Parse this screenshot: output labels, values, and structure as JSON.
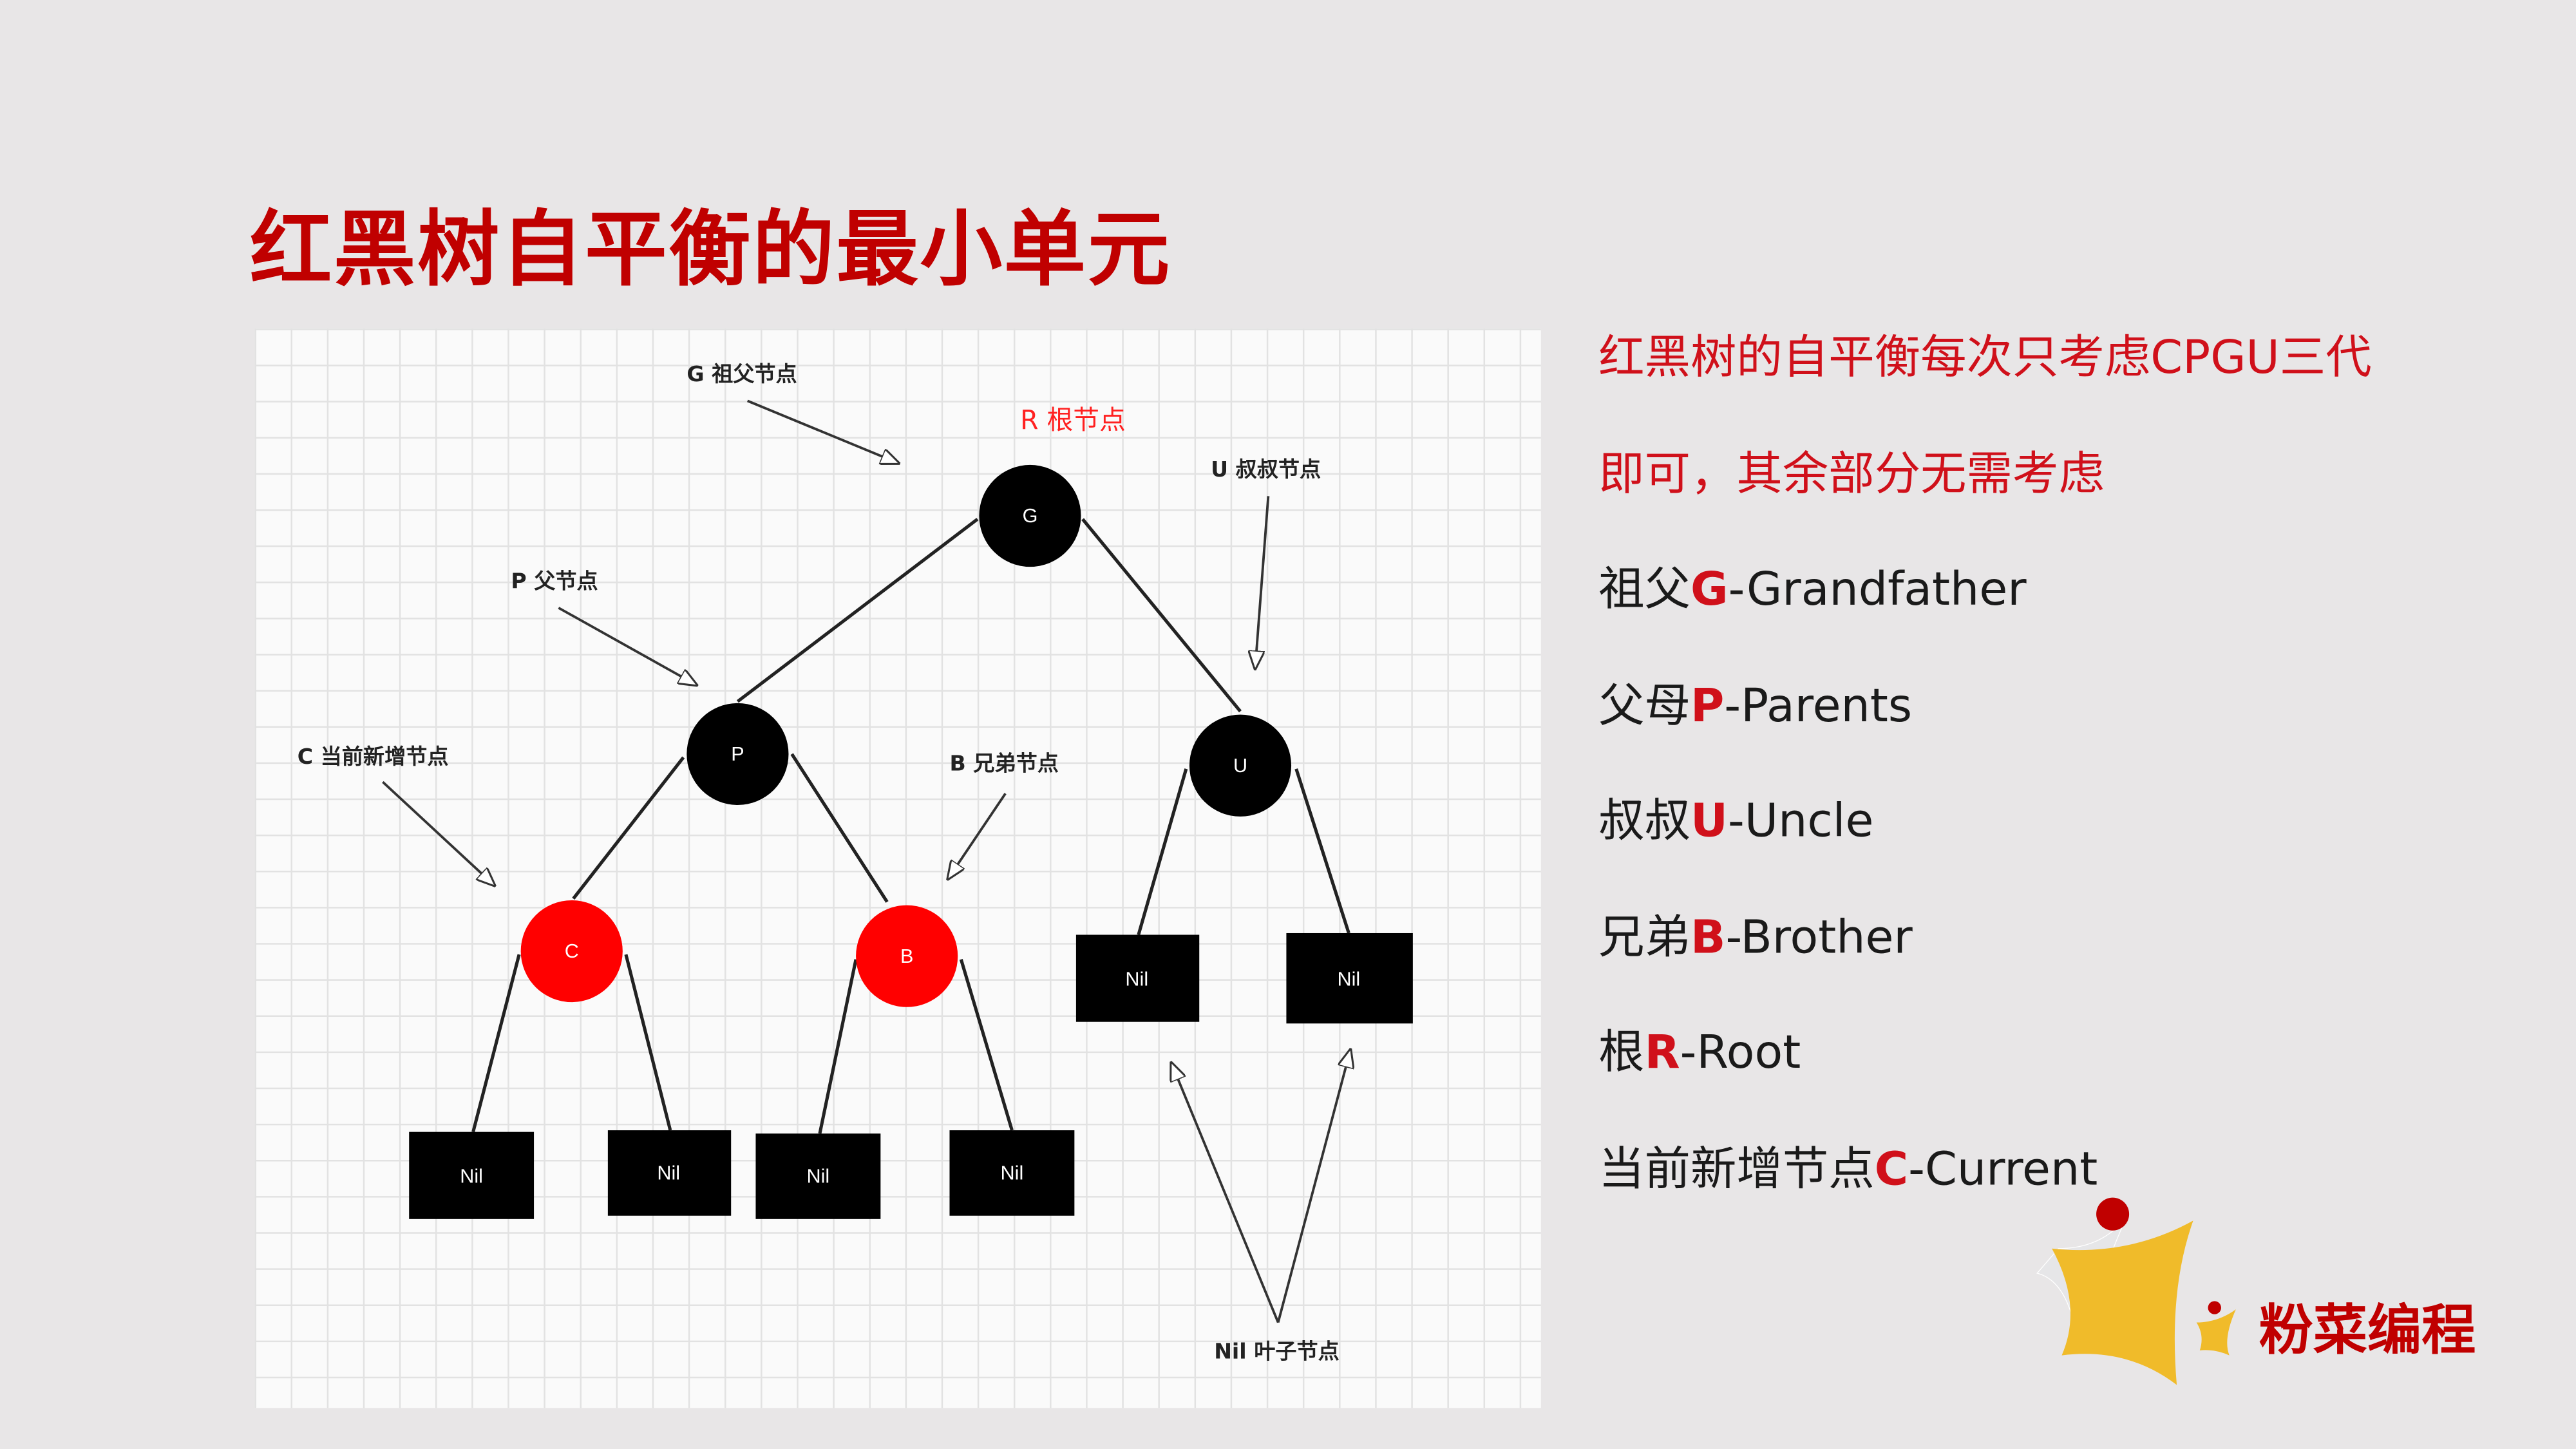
{
  "title": "红黑树自平衡的最小单元",
  "diagram": {
    "labels": {
      "g": "G 祖父节点",
      "r": "R 根节点",
      "u": "U 叔叔节点",
      "p": "P 父节点",
      "c": "C 当前新增节点",
      "b": "B 兄弟节点",
      "nil": "Nil 叶子节点"
    },
    "nodes": {
      "g": "G",
      "p": "P",
      "u": "U",
      "c": "C",
      "b": "B"
    },
    "nil": "Nil",
    "colors": {
      "black": "#000000",
      "red": "#ff0000"
    }
  },
  "explanation": {
    "intro1": "红黑树的自平衡每次只考虑CPGU三代",
    "intro2": "即可，其余部分无需考虑",
    "items": [
      {
        "cn": "祖父",
        "key": "G",
        "en": "-Grandfather"
      },
      {
        "cn": "父母",
        "key": "P",
        "en": "-Parents"
      },
      {
        "cn": "叔叔",
        "key": "U",
        "en": "-Uncle"
      },
      {
        "cn": "兄弟",
        "key": "B",
        "en": "-Brother"
      },
      {
        "cn": "根",
        "key": "R",
        "en": "-Root"
      },
      {
        "cn": "当前新增节点",
        "key": "C",
        "en": "-Current"
      }
    ]
  },
  "logo": {
    "text": "粉菜编程",
    "colors": {
      "yellow": "#f0bb2a",
      "red": "#c00000"
    }
  }
}
